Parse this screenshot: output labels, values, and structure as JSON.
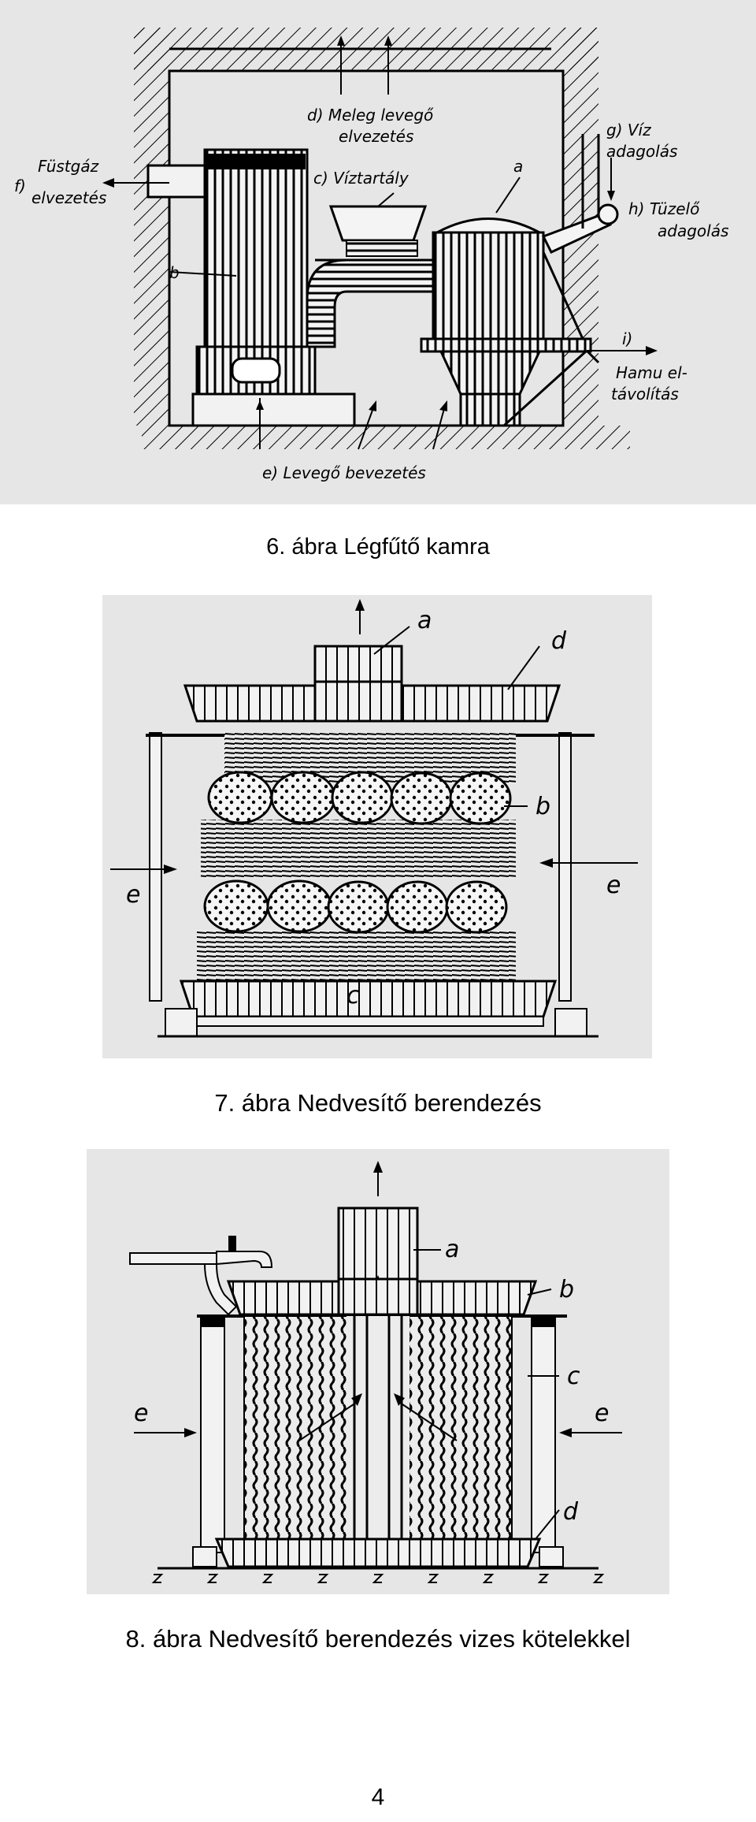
{
  "figure6": {
    "caption": "6. ábra Légfűtő kamra",
    "labels": {
      "a": "a",
      "b": "b",
      "c": "c) Víztartály",
      "d1": "d) Meleg levegő",
      "d2": "elvezetés",
      "e": "e) Levegő bevezetés",
      "f1": "Füstgáz",
      "f2": "elvezetés",
      "f_prefix": "f)",
      "g1": "g) Víz",
      "g2": "adagolás",
      "h1": "h) Tüzelő",
      "h2": "adagolás",
      "i1": "i)",
      "i2": "Hamu el-",
      "i3": "távolítás"
    }
  },
  "figure7": {
    "caption": "7. ábra Nedvesítő berendezés",
    "labels": {
      "a": "a",
      "b": "b",
      "c": "c",
      "d": "d",
      "e_left": "e",
      "e_right": "e"
    }
  },
  "figure8": {
    "caption": "8. ábra Nedvesítő berendezés vizes kötelekkel",
    "labels": {
      "a": "a",
      "b": "b",
      "c": "c",
      "d": "d",
      "e_left": "e",
      "e_right": "e"
    }
  },
  "page_number": "4"
}
